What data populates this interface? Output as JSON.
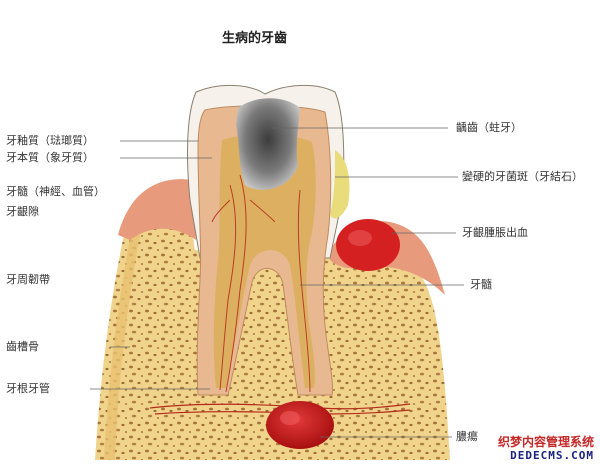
{
  "title": "生病的牙齒",
  "labels_left": {
    "enamel": "牙釉質（琺瑯質）",
    "dentin": "牙本質（象牙質）",
    "pulp_nerve": "牙髓（神經、血管）",
    "gum_gap": "牙齦隙",
    "periodontal": "牙周韌帶",
    "alveolar_bone": "齒槽骨",
    "root_canal": "牙根牙管"
  },
  "labels_right": {
    "caries": "齲齒（蛀牙）",
    "tartar": "變硬的牙菌斑（牙結石）",
    "gum_swelling": "牙齦腫脹出血",
    "pulp": "牙髓",
    "abscess": "膿瘍"
  },
  "watermark": {
    "line1": "织梦内容管理系统",
    "line2": "DEDECMS.COM"
  },
  "colors": {
    "bone": "#f0d48c",
    "bone_spot": "#a8743c",
    "gum": "#e89a7c",
    "dentin": "#e8b890",
    "pulp": "#dcb060",
    "enamel": "#f6f1ea",
    "decay": "#6f6f6f",
    "abscess": "#cc1a1a",
    "tartar": "#e8dd7a",
    "nerve": "#b52a1a"
  }
}
